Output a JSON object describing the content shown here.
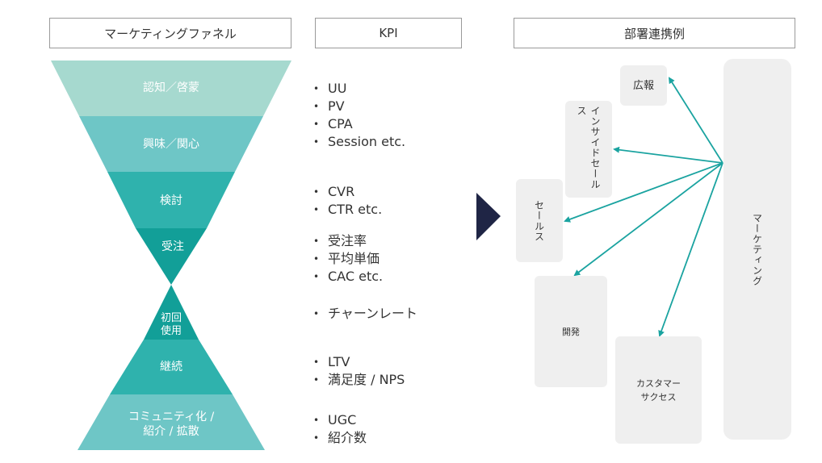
{
  "headers": {
    "funnel": "マーケティングファネル",
    "kpi": "KPI",
    "dept": "部署連携例"
  },
  "funnel": {
    "upper": [
      "認知／啓蒙",
      "興味／関心",
      "検討",
      "受注"
    ],
    "lower": [
      [
        "初回",
        "使用"
      ],
      [
        "継続"
      ],
      [
        "コミュニティ化 /",
        "紹介 / 拡散"
      ]
    ]
  },
  "kpi_groups": [
    [
      "UU",
      "PV",
      "CPA",
      "Session  etc."
    ],
    [
      "CVR",
      "CTR etc."
    ],
    [
      "受注率",
      "平均単価",
      "CAC etc."
    ],
    [
      "チャーンレート"
    ],
    [
      "LTV",
      "満足度 / NPS"
    ],
    [
      "UGC",
      "紹介数"
    ]
  ],
  "departments": {
    "marketing": "マーケティング",
    "pr": "広報",
    "inside_sales": "インサイドセールス",
    "sales": "セールス",
    "dev": "開発",
    "cs_line1": "カスタマー",
    "cs_line2": "サクセス"
  },
  "colors": {
    "funnel_1": "#a6d9cf",
    "funnel_2": "#6ec6c6",
    "funnel_3": "#2fb2ad",
    "funnel_4": "#129f98",
    "arrow": "#1aa3a0",
    "play": "#1f2545"
  }
}
